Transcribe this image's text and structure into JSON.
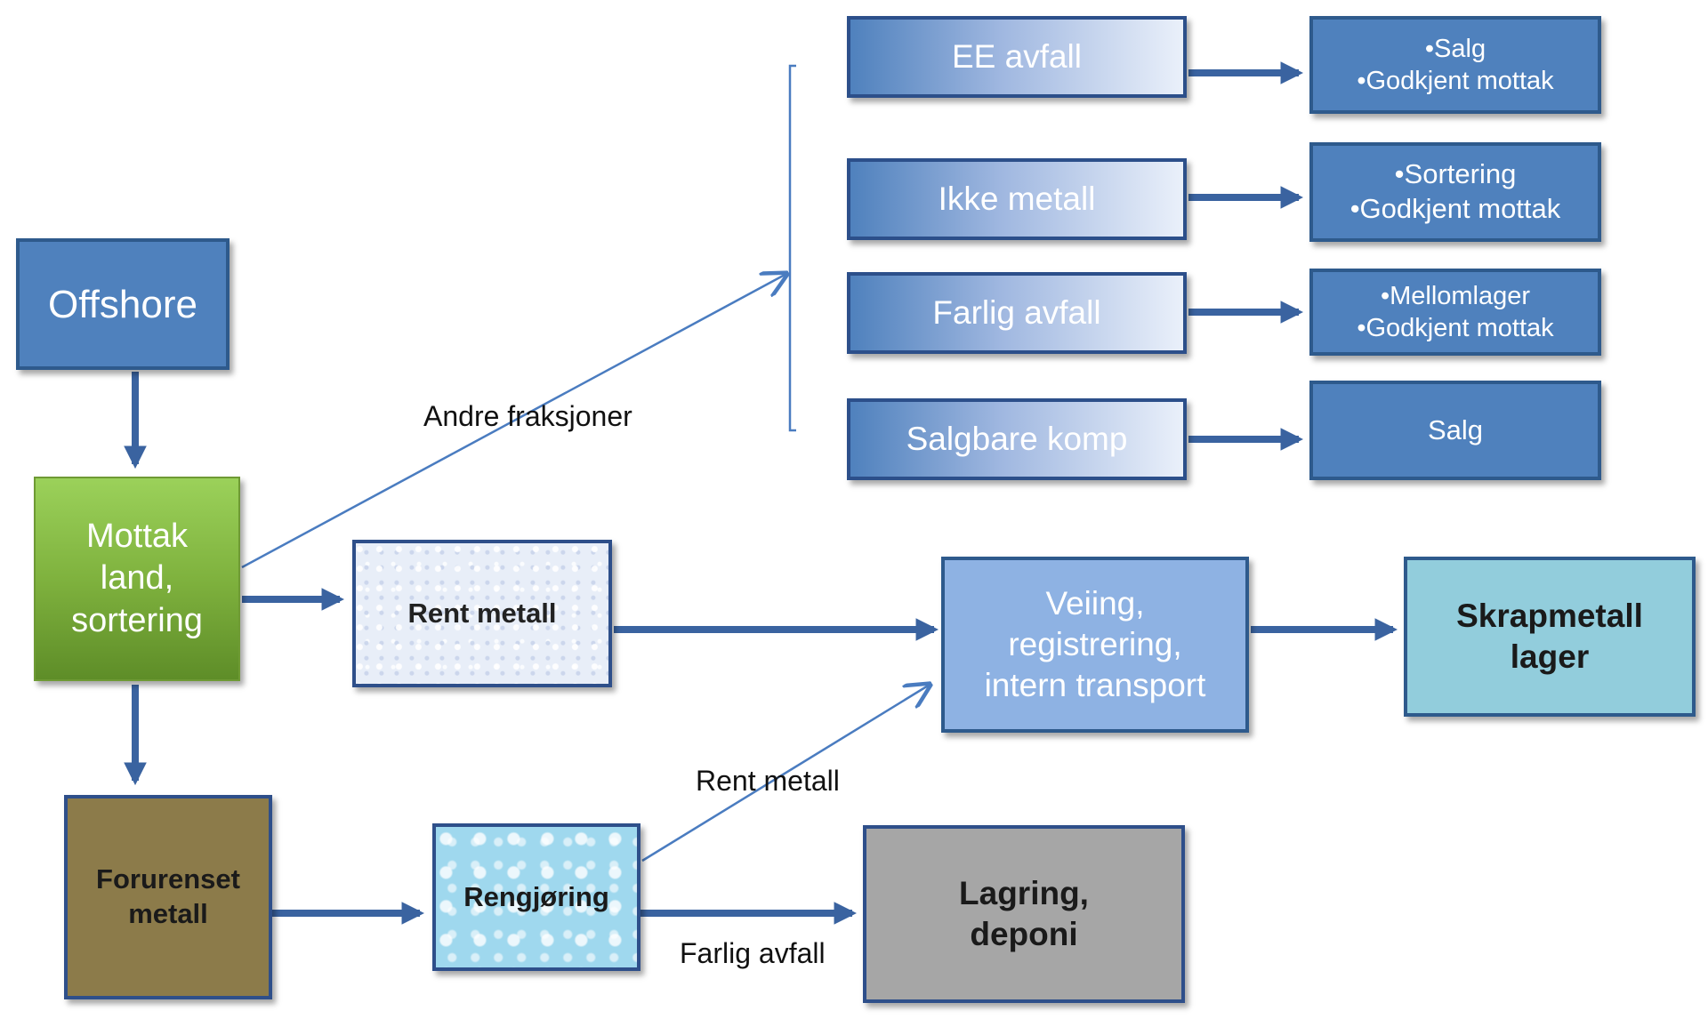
{
  "nodes": {
    "offshore": "Offshore",
    "mottak": [
      "Mottak",
      "land,",
      "sortering"
    ],
    "rent_metall": "Rent metall",
    "forurenset": [
      "Forurenset",
      "metall"
    ],
    "rengjoring": "Rengjøring",
    "lagring": [
      "Lagring,",
      "deponi"
    ],
    "veiing": [
      "Veiing,",
      "registrering,",
      "intern transport"
    ],
    "skrapmetall": [
      "Skrapmetall",
      "lager"
    ],
    "ee_avfall": "EE avfall",
    "ikke_metall": "Ikke metall",
    "farlig_avfall": "Farlig avfall",
    "salgbare_komp": "Salgbare komp",
    "ee_dest": [
      "•Salg",
      "•Godkjent mottak"
    ],
    "ikke_metall_dest": [
      "•Sortering",
      "•Godkjent mottak"
    ],
    "farlig_dest": [
      "•Mellomlager",
      "•Godkjent mottak"
    ],
    "salgbare_dest": "Salg"
  },
  "edge_labels": {
    "andre_fraksjoner": "Andre fraksjoner",
    "rent_metall": "Rent metall",
    "farlig_avfall": "Farlig avfall"
  },
  "colors": {
    "arrow": "#3a63a0",
    "thin_arrow": "#4a7cc0"
  }
}
